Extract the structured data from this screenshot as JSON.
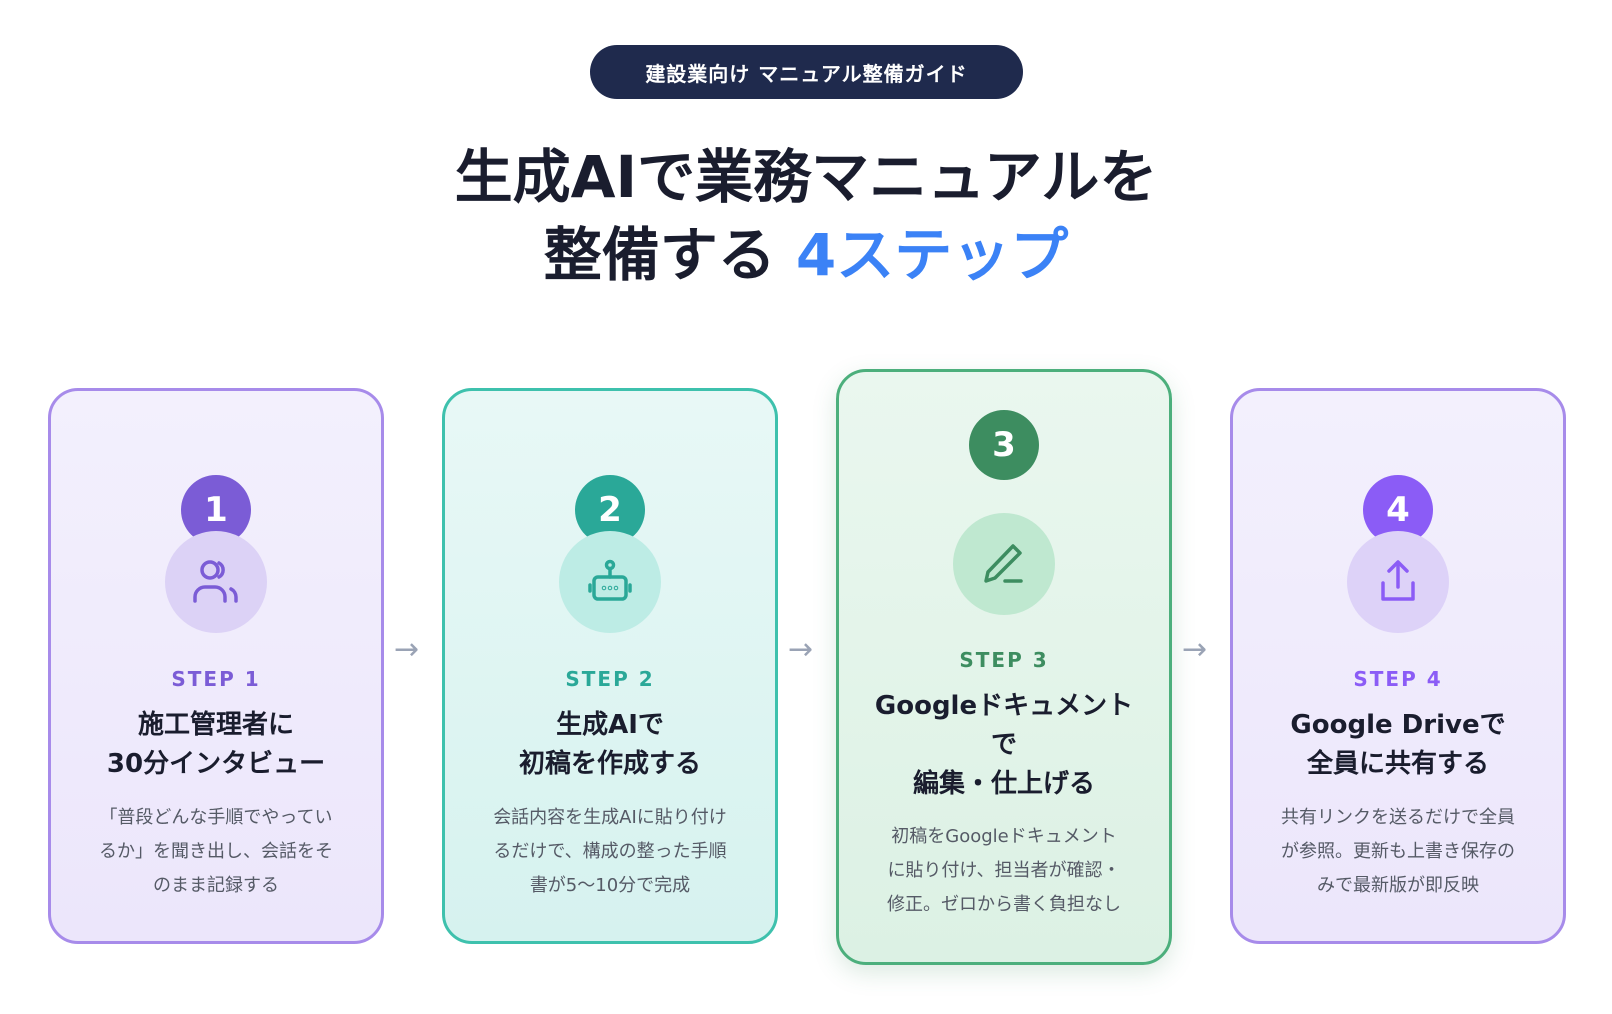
{
  "badge": "建設業向け マニュアル整備ガイド",
  "title": {
    "line1": "生成AIで業務マニュアルを",
    "line2_main": "整備する ",
    "line2_accent": "4ステップ"
  },
  "arrow": "→",
  "colors": {
    "navy": "#1f2a4d",
    "accent": "#3b82f6",
    "purple": "#7b5cd6",
    "teal": "#2aa898",
    "green": "#3d8d60",
    "violet": "#8b5cf6"
  },
  "steps": [
    {
      "num": "1",
      "label": "STEP 1",
      "title1": "施工管理者に",
      "title2": "30分インタビュー",
      "title3": "",
      "desc1": "「普段どんな手順でやってい",
      "desc2": "るか」を聞き出し、会話をそ",
      "desc3": "のまま記録する",
      "icon": "users-icon"
    },
    {
      "num": "2",
      "label": "STEP 2",
      "title1": "生成AIで",
      "title2": "初稿を作成する",
      "title3": "",
      "desc1": "会話内容を生成AIに貼り付け",
      "desc2": "るだけで、構成の整った手順",
      "desc3": "書が5〜10分で完成",
      "icon": "robot-icon"
    },
    {
      "num": "3",
      "label": "STEP 3",
      "title1": "Googleドキュメント",
      "title2": "で",
      "title3": "編集・仕上げる",
      "desc1": "初稿をGoogleドキュメント",
      "desc2": "に貼り付け、担当者が確認・",
      "desc3": "修正。ゼロから書く負担なし",
      "icon": "pen-icon"
    },
    {
      "num": "4",
      "label": "STEP 4",
      "title1": "Google Driveで",
      "title2": "全員に共有する",
      "title3": "",
      "desc1": "共有リンクを送るだけで全員",
      "desc2": "が参照。更新も上書き保存の",
      "desc3": "みで最新版が即反映",
      "icon": "share-icon"
    }
  ]
}
